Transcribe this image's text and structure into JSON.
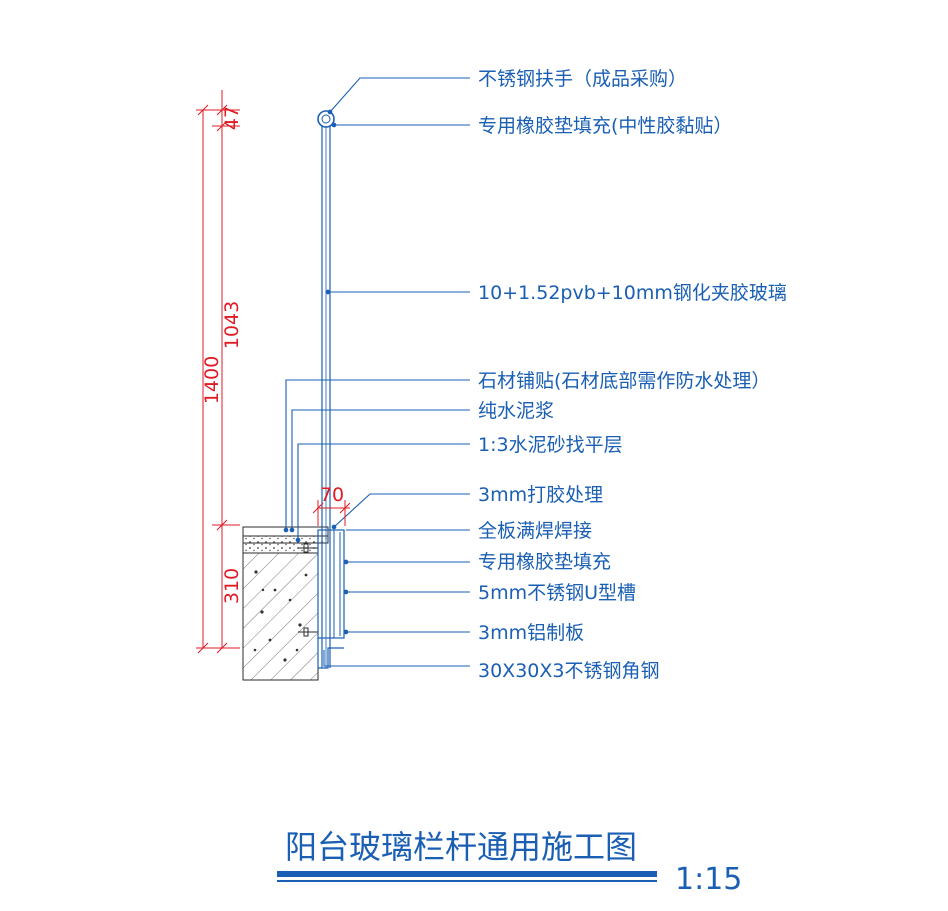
{
  "title": "阳台玻璃栏杆通用施工图",
  "scale": "1:15",
  "dimensions": {
    "d47": "47",
    "d1043": "1043",
    "d1400": "1400",
    "d310": "310",
    "d70": "70"
  },
  "labels": [
    "不锈钢扶手（成品采购）",
    "专用橡胶垫填充(中性胶黏贴）",
    "10+1.52pvb+10mm钢化夹胶玻璃",
    "石材铺贴(石材底部需作防水处理）",
    "纯水泥浆",
    "1:3水泥砂找平层",
    "3mm打胶处理",
    "全板满焊焊接",
    "专用橡胶垫填充",
    "5mm不锈钢U型槽",
    "3mm铝制板",
    "30X30X3不锈钢角钢"
  ],
  "colors": {
    "line": "#1a5fb4",
    "dimension": "#e01b24",
    "structure": "#2b2b2b"
  }
}
